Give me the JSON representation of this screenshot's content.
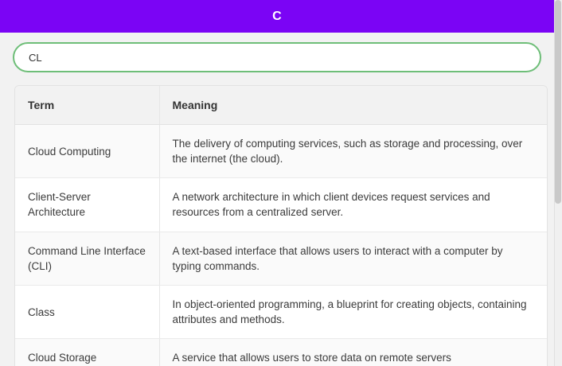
{
  "header": {
    "title": "C",
    "background_color": "#7b04f5",
    "text_color": "#ffffff"
  },
  "search": {
    "value": "CL",
    "placeholder": "",
    "border_color": "#6ebe78"
  },
  "table": {
    "columns": [
      "Term",
      "Meaning"
    ],
    "rows": [
      {
        "term": "Cloud Computing",
        "meaning": "The delivery of computing services, such as storage and processing, over the internet (the cloud)."
      },
      {
        "term": "Client-Server Architecture",
        "meaning": "A network architecture in which client devices request services and resources from a centralized server."
      },
      {
        "term": "Command Line Interface (CLI)",
        "meaning": "A text-based interface that allows users to interact with a computer by typing commands."
      },
      {
        "term": "Class",
        "meaning": "In object-oriented programming, a blueprint for creating objects, containing attributes and methods."
      },
      {
        "term": "Cloud Storage",
        "meaning": "A service that allows users to store data on remote servers"
      }
    ]
  },
  "scrollbar": {
    "thumb_color": "#c9c9c9",
    "track_color": "#f0f0f0"
  }
}
